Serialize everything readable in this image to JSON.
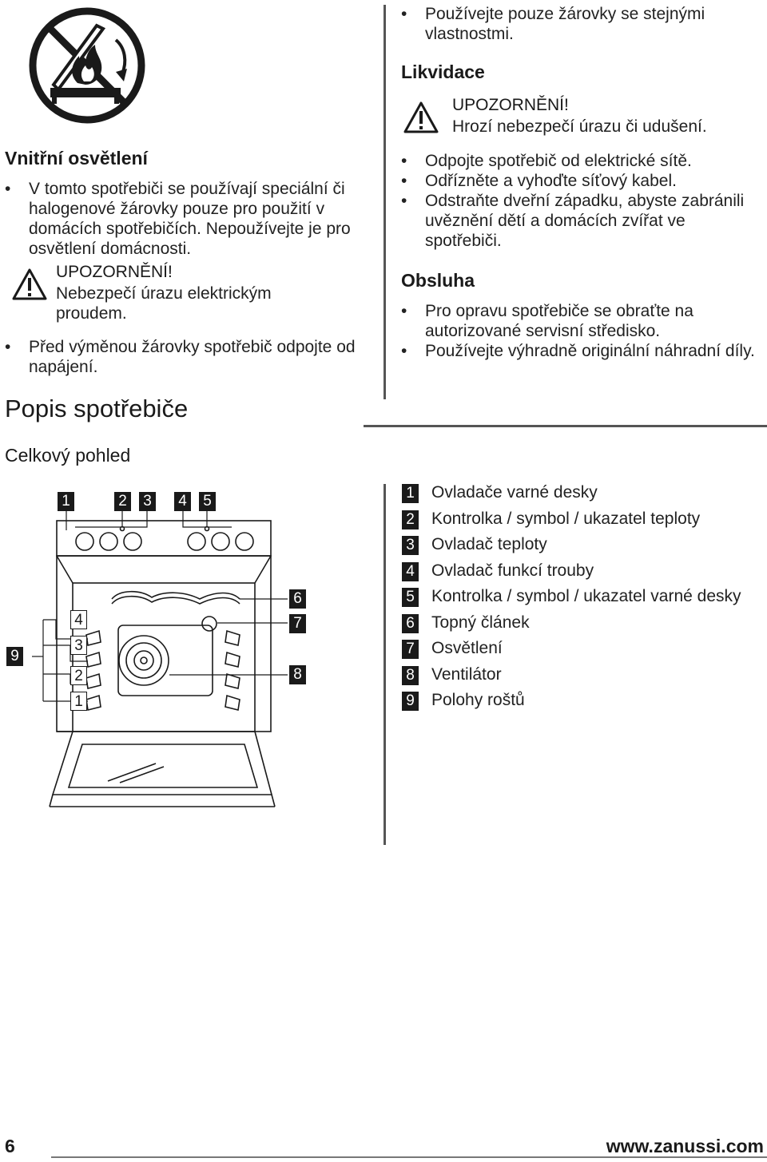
{
  "left_top": {
    "heading": "Vnitřní osvětlení",
    "bullet_1": "V tomto spotřebiči se používají speciální či halogenové žárovky pouze pro použití v domácích spotřebičích. Nepoužívejte je pro osvětlení domácnosti.",
    "warning_title": "UPOZORNĚNÍ!",
    "warning_text": "Nebezpečí úrazu elektrickým proudem.",
    "bullet_2": "Před výměnou žárovky spotřebič odpojte od napájení."
  },
  "right_top": {
    "bullet_0": "Používejte pouze žárovky se stejnými vlastnostmi.",
    "disposal_heading": "Likvidace",
    "warning_title": "UPOZORNĚNÍ!",
    "warning_text": "Hrozí nebezpečí úrazu či udušení.",
    "disposal_bullets": [
      "Odpojte spotřebič od elektrické sítě.",
      "Odřízněte a vyhoďte síťový kabel.",
      "Odstraňte dveřní západku, abyste zabránili uvěznění dětí a domácích zvířat ve spotřebiči."
    ],
    "service_heading": "Obsluha",
    "service_bullets": [
      "Pro opravu spotřebiče se obraťte na autorizované servisní středisko.",
      "Používejte výhradně originální náhradní díly."
    ]
  },
  "section": {
    "title": "Popis spotřebiče",
    "subtitle": "Celkový pohled"
  },
  "diagram": {
    "callouts_top": [
      "1",
      "2",
      "3",
      "4",
      "5"
    ],
    "callouts_right": [
      "6",
      "7",
      "8"
    ],
    "callouts_shelf": [
      "4",
      "3",
      "2",
      "1"
    ],
    "callout_left": "9"
  },
  "legend": [
    {
      "num": "1",
      "label": "Ovladače varné desky"
    },
    {
      "num": "2",
      "label": "Kontrolka / symbol / ukazatel teploty"
    },
    {
      "num": "3",
      "label": "Ovladač teploty"
    },
    {
      "num": "4",
      "label": "Ovladač funkcí trouby"
    },
    {
      "num": "5",
      "label": "Kontrolka / symbol / ukazatel varné desky"
    },
    {
      "num": "6",
      "label": "Topný článek"
    },
    {
      "num": "7",
      "label": "Osvětlení"
    },
    {
      "num": "8",
      "label": "Ventilátor"
    },
    {
      "num": "9",
      "label": "Polohy roštů"
    }
  ],
  "footer": {
    "page_number": "6",
    "url": "www.zanussi.com"
  },
  "icons": {
    "top_left": "no-grill-fire-icon",
    "warning": "warning-triangle-icon"
  }
}
